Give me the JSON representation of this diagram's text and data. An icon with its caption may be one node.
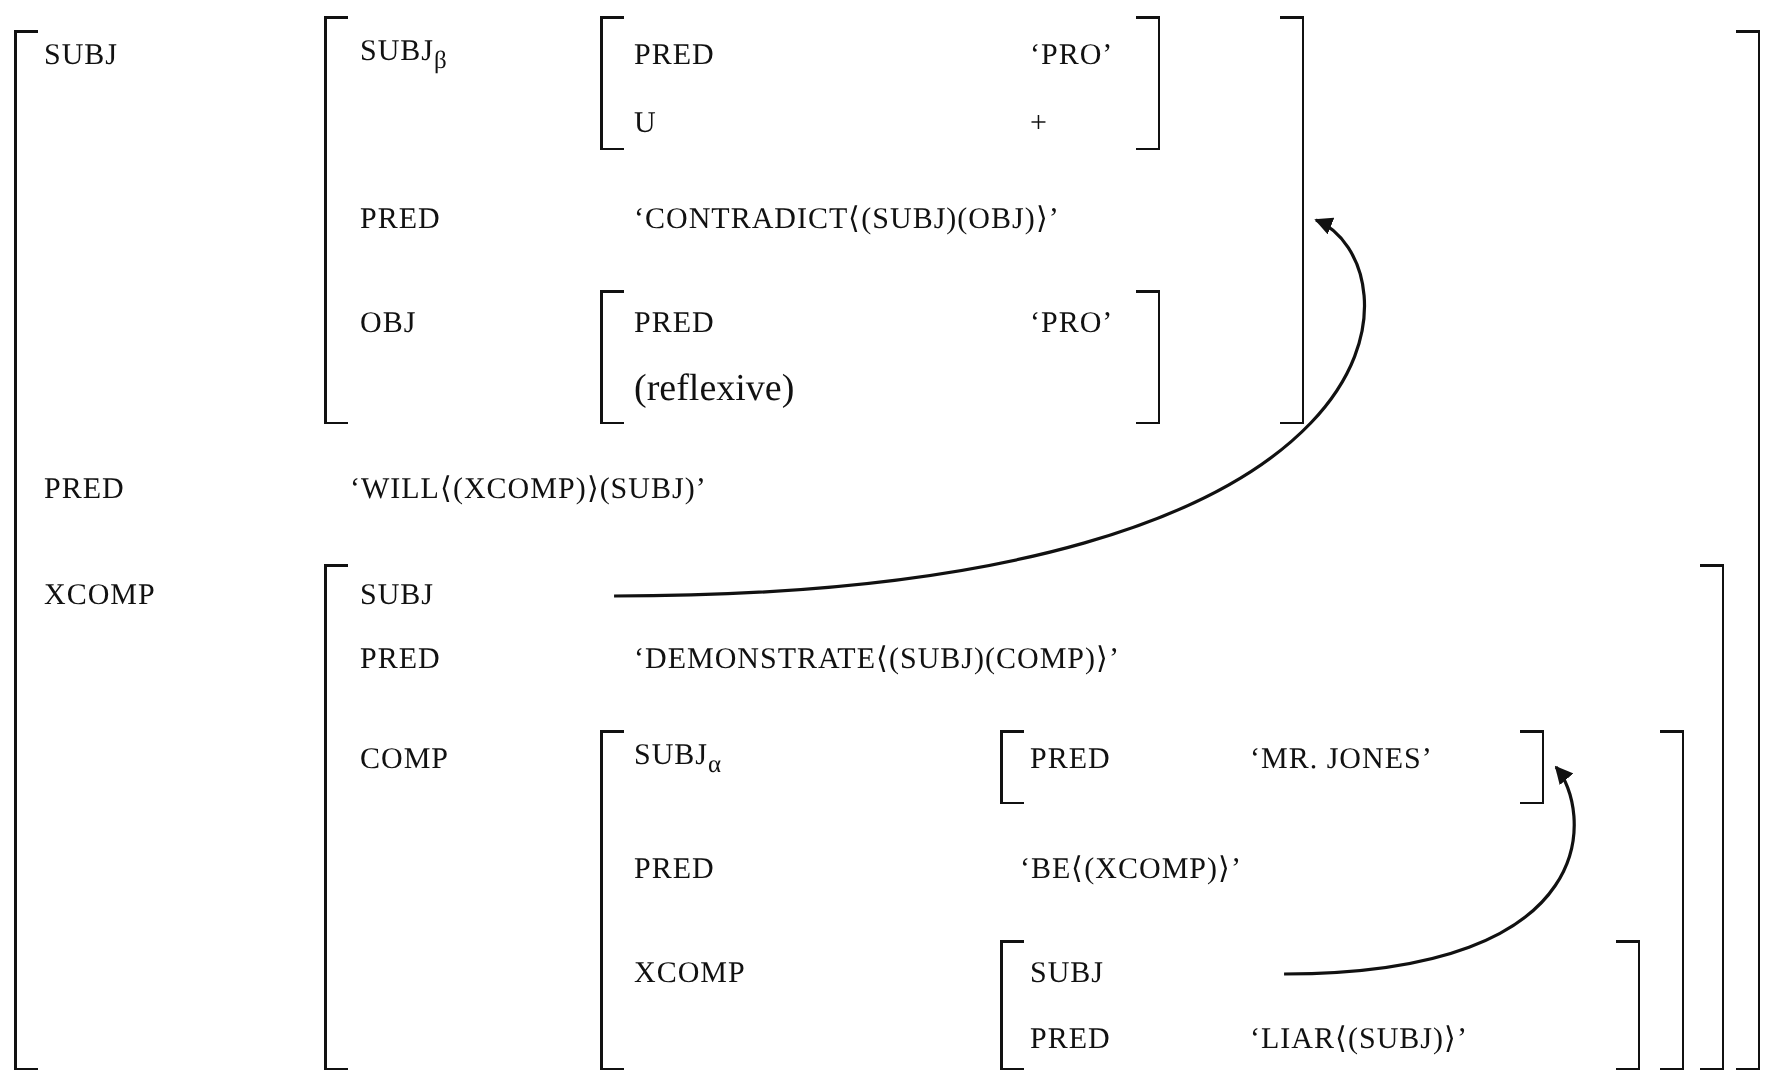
{
  "diagram": {
    "nodes": [
      {
        "text": [
          "SUBJ",
          "PRED",
          "‘WILL⟨(XCOMP)⟩(SUBJ)’",
          "XCOMP"
        ]
      },
      {
        "text": [
          "SUBJ$_{β}$",
          "PRED",
          "‘CONTRADICT⟨(SUBJ)(OBJ)⟩’",
          "OBJ"
        ],
        "in": 0
      },
      {
        "text": [
          "PRED",
          "‘PRO’",
          "U",
          "+"
        ],
        "in": 1
      },
      {
        "text": [
          "PRED",
          "‘PRO’",
          "(reflexive)"
        ],
        "in": 1
      },
      {
        "text": [
          "SUBJ",
          "PRED",
          "‘DEMONSTRATE⟨(SUBJ)(COMP)⟩’",
          "COMP"
        ],
        "in": 0
      },
      {
        "text": [
          "SUBJ$_{α}$",
          "PRED",
          "‘BE⟨(XCOMP)⟩’",
          "XCOMP"
        ],
        "in": 4
      },
      {
        "text": [
          "PRED",
          "‘MR. JONES’"
        ],
        "in": 5
      },
      {
        "text": [
          "SUBJ",
          "PRED",
          "‘LIAR⟨(SUBJ)⟩’"
        ],
        "in": 5
      }
    ],
    "edges": [
      {
        "from": 4,
        "to": 1,
        "arrow": "to"
      },
      {
        "from": 7,
        "to": 6,
        "arrow": "to"
      }
    ]
  }
}
